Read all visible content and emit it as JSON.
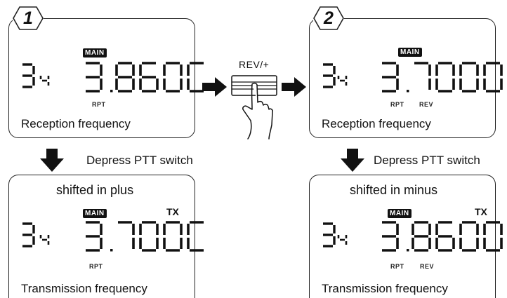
{
  "steps": [
    {
      "number": "1"
    },
    {
      "number": "2"
    }
  ],
  "panels": {
    "rx1": {
      "main_badge": "MAIN",
      "digits": "3438600",
      "labels": [
        "RPT"
      ],
      "caption": "Reception frequency"
    },
    "rx2": {
      "main_badge": "MAIN",
      "digits": "3437000",
      "labels": [
        "RPT",
        "REV"
      ],
      "caption": "Reception frequency"
    },
    "tx1": {
      "shift_caption": "shifted in plus",
      "main_badge": "MAIN",
      "tx_badge": "TX",
      "digits": "3437000",
      "labels": [
        "RPT"
      ],
      "caption": "Transmission frequency"
    },
    "tx2": {
      "shift_caption": "shifted in minus",
      "main_badge": "MAIN",
      "tx_badge": "TX",
      "digits": "3438600",
      "labels": [
        "RPT",
        "REV"
      ],
      "caption": "Transmission frequency"
    }
  },
  "actions": {
    "ptt_left": "Depress PTT switch",
    "ptt_right": "Depress PTT switch",
    "rev_key": "REV/+"
  },
  "icons": [
    "arrow-right-icon",
    "arrow-down-icon",
    "hand-pressing-key-icon",
    "key-button-icon"
  ]
}
